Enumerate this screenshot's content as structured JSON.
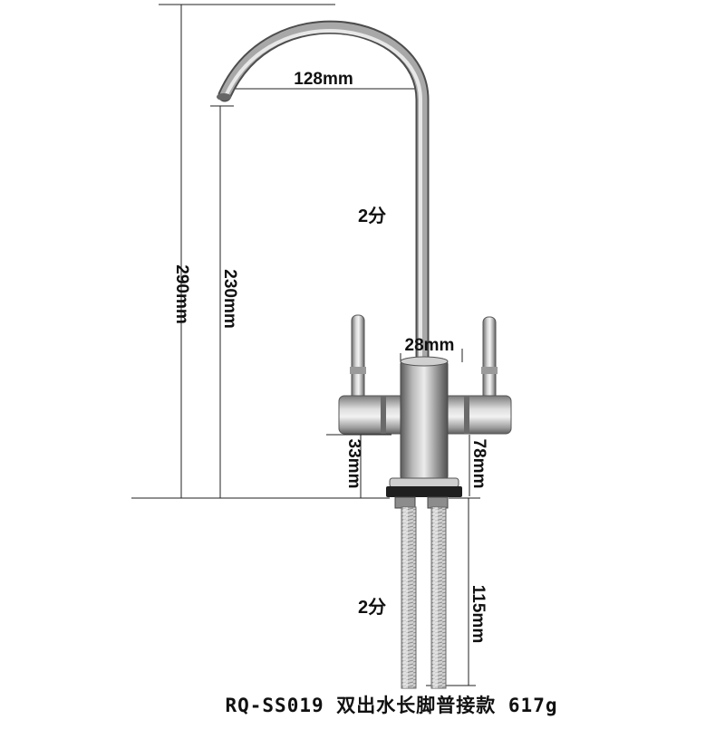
{
  "dimensions": {
    "spout_reach": "128mm",
    "total_height": "290mm",
    "spout_height": "230mm",
    "body_diameter": "28mm",
    "base_height_left": "33mm",
    "base_height_right": "78mm",
    "shank_length": "115mm"
  },
  "connections": {
    "spout_size": "2分",
    "shank_size": "2分"
  },
  "caption": "RQ-SS019 双出水长脚普接款 617g"
}
